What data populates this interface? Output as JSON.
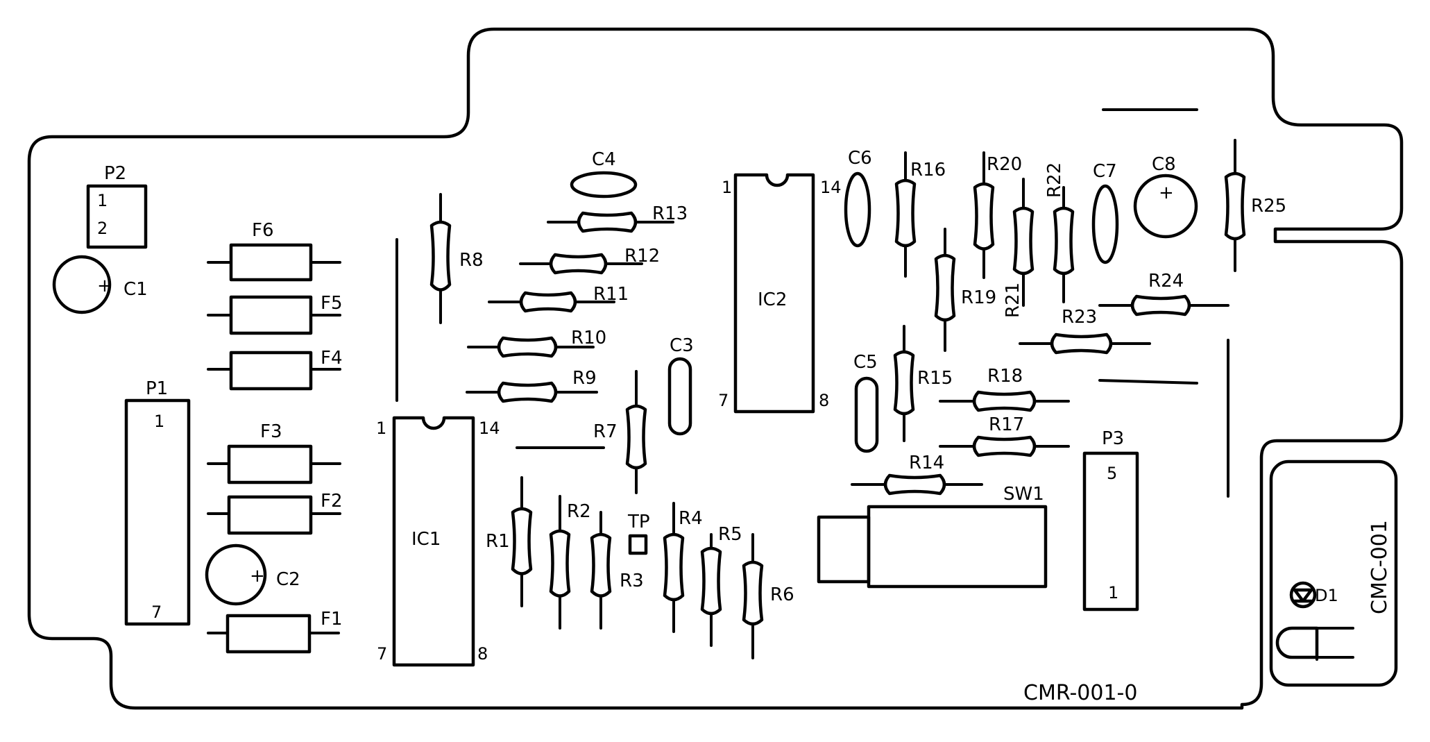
{
  "board_id": "CMR-001-0",
  "module_id": "CMC-001",
  "components": {
    "P2": "P2",
    "P2_pin1": "1",
    "P2_pin2": "2",
    "P1": "P1",
    "P1_pin1": "1",
    "P1_pin7": "7",
    "P3": "P3",
    "P3_pin5": "5",
    "P3_pin1": "1",
    "IC1": "IC1",
    "IC1_pin1": "1",
    "IC1_pin14": "14",
    "IC1_pin7": "7",
    "IC1_pin8": "8",
    "IC2": "IC2",
    "IC2_pin1": "1",
    "IC2_pin14": "14",
    "IC2_pin7": "7",
    "IC2_pin8": "8",
    "C1": "C1",
    "C2": "C2",
    "C3": "C3",
    "C4": "C4",
    "C5": "C5",
    "C6": "C6",
    "C7": "C7",
    "C8": "C8",
    "F1": "F1",
    "F2": "F2",
    "F3": "F3",
    "F4": "F4",
    "F5": "F5",
    "F6": "F6",
    "R1": "R1",
    "R2": "R2",
    "R3": "R3",
    "R4": "R4",
    "R5": "R5",
    "R6": "R6",
    "R7": "R7",
    "R8": "R8",
    "R9": "R9",
    "R10": "R10",
    "R11": "R11",
    "R12": "R12",
    "R13": "R13",
    "R14": "R14",
    "R15": "R15",
    "R16": "R16",
    "R17": "R17",
    "R18": "R18",
    "R19": "R19",
    "R20": "R20",
    "R21": "R21",
    "R22": "R22",
    "R23": "R23",
    "R24": "R24",
    "R25": "R25",
    "TP": "TP",
    "SW1": "SW1",
    "D1": "D1"
  }
}
